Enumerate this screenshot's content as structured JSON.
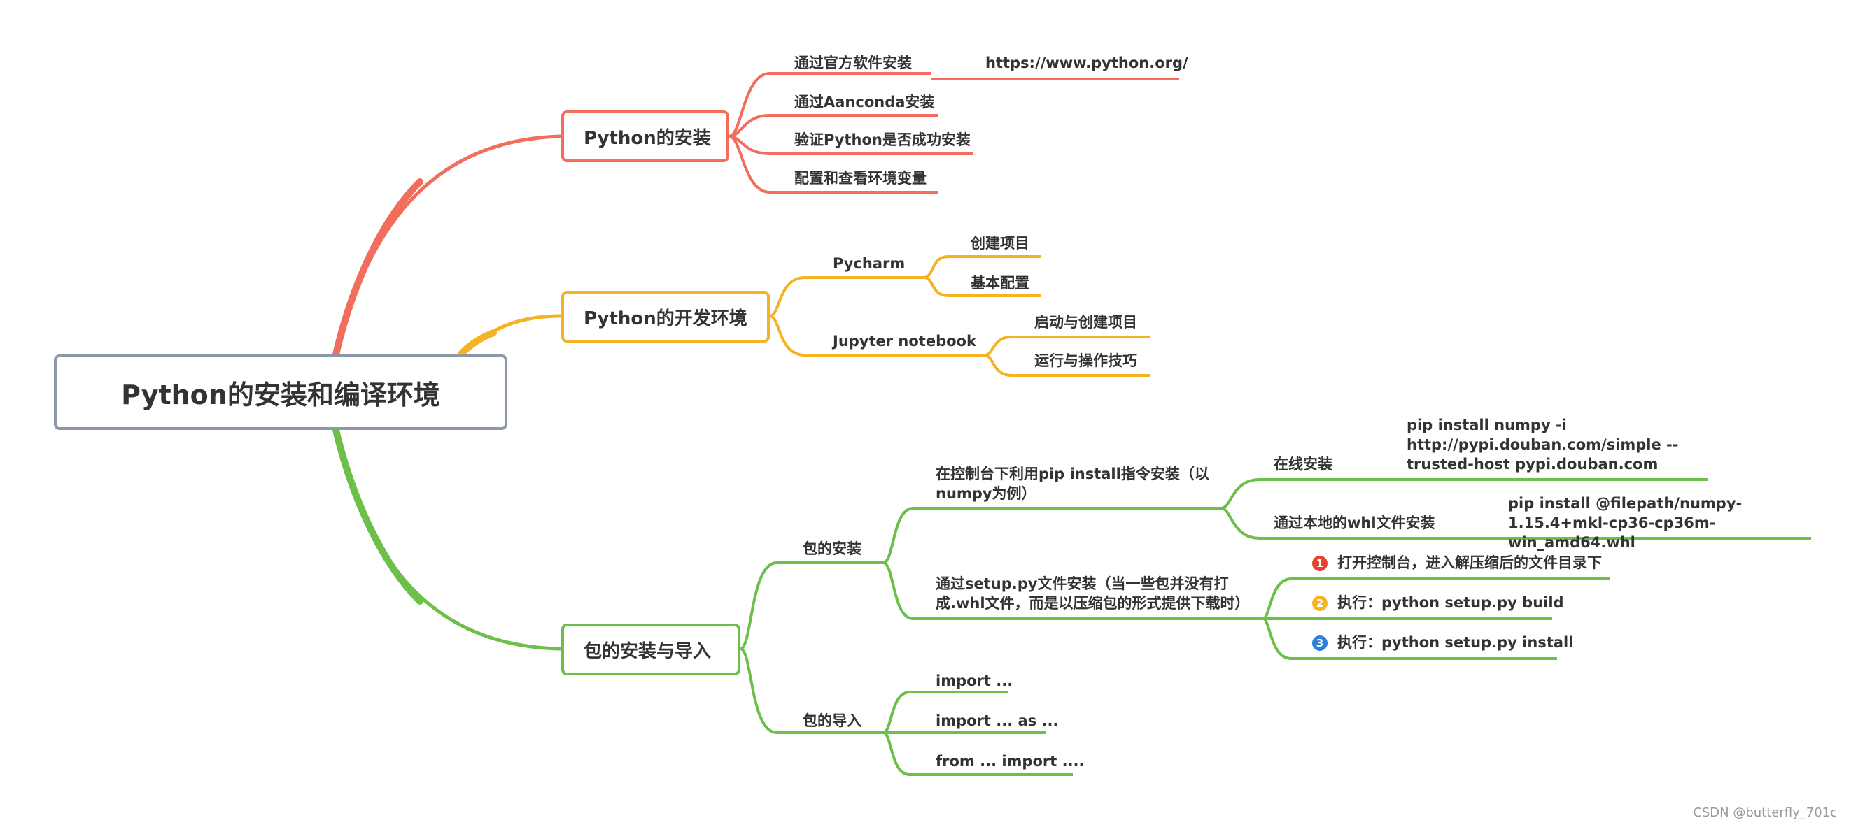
{
  "colors": {
    "red": "#f26d5b",
    "yellow": "#f5b324",
    "green": "#6cc04a",
    "root_border": "#8e97a8",
    "num1": "#e8412c",
    "num2": "#f5b324",
    "num3": "#2e7fd6"
  },
  "root": {
    "title": "Python的安装和编译环境"
  },
  "branch_install": {
    "title": "Python的安装",
    "items": [
      "通过官方软件安装",
      "通过Aanconda安装",
      "验证Python是否成功安装",
      "配置和查看环境变量"
    ],
    "url": "https://www.python.org/"
  },
  "branch_env": {
    "title": "Python的开发环境",
    "pycharm": {
      "label": "Pycharm",
      "items": [
        "创建项目",
        "基本配置"
      ]
    },
    "jupyter": {
      "label": "Jupyter notebook",
      "items": [
        "启动与创建项目",
        "运行与操作技巧"
      ]
    }
  },
  "branch_pkg": {
    "title": "包的安装与导入",
    "install": {
      "label": "包的安装",
      "pip": {
        "label": "在控制台下利用pip install指令安装（以numpy为例）",
        "online_label": "在线安装",
        "online_cmd": "pip install numpy -i http://pypi.douban.com/simple --trusted-host pypi.douban.com",
        "whl_label": "通过本地的whl文件安装",
        "whl_cmd": "pip install @filepath/numpy-1.15.4+mkl-cp36-cp36m-win_amd64.whl"
      },
      "setup": {
        "label": "通过setup.py文件安装（当一些包并没有打成.whl文件，而是以压缩包的形式提供下载时）",
        "steps": [
          {
            "num": "1",
            "text": "打开控制台，进入解压缩后的文件目录下"
          },
          {
            "num": "2",
            "text": "执行：python setup.py build"
          },
          {
            "num": "3",
            "text": "执行：python setup.py install"
          }
        ]
      }
    },
    "import": {
      "label": "包的导入",
      "items": [
        "import ...",
        "import ... as ...",
        "from ... import ...."
      ]
    }
  },
  "watermark": "CSDN @butterfly_701c"
}
